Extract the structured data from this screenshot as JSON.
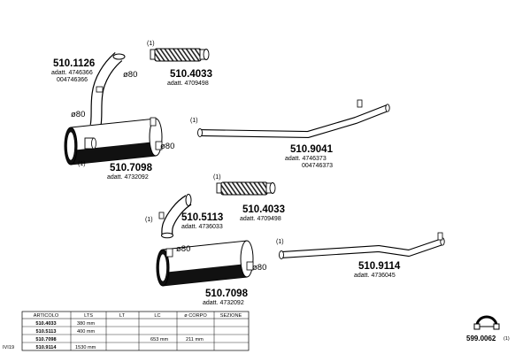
{
  "callouts": {
    "tailpipe_top": {
      "part": "510.1126",
      "adatt": [
        "adatt. 4746366",
        "004746366"
      ]
    },
    "flex_top": {
      "part": "510.4033",
      "adatt": [
        "adatt. 4709498"
      ]
    },
    "muffler_top": {
      "part": "510.7098",
      "adatt": [
        "adatt. 4732092"
      ]
    },
    "pipe_top": {
      "part": "510.9041",
      "adatt": [
        "adatt. 4746373",
        "004746373"
      ]
    },
    "tailpipe_bottom": {
      "part": "510.5113",
      "adatt": [
        "adatt. 4736033"
      ]
    },
    "flex_bottom": {
      "part": "510.4033",
      "adatt": [
        "adatt. 4709498"
      ]
    },
    "muffler_bottom": {
      "part": "510.7098",
      "adatt": [
        "adatt. 4732092"
      ]
    },
    "pipe_bottom": {
      "part": "510.9114",
      "adatt": [
        "adatt. 4736045"
      ]
    },
    "clamp": {
      "part": "599.0062",
      "qty": "(1)"
    }
  },
  "markers": {
    "one": "(1)",
    "d80": "ø80"
  },
  "table": {
    "headers": [
      "ARTICOLO",
      "LTS",
      "LT",
      "LC",
      "ø CORPO",
      "SEZIONE"
    ],
    "rows": [
      [
        "510.4033",
        "380 mm",
        "",
        "",
        "",
        ""
      ],
      [
        "510.5113",
        "400 mm",
        "",
        "",
        "",
        ""
      ],
      [
        "510.7098",
        "",
        "",
        "653 mm",
        "211 mm",
        ""
      ],
      [
        "510.9114",
        "1530 mm",
        "",
        "",
        "",
        ""
      ]
    ],
    "side_code": "IVI19"
  }
}
